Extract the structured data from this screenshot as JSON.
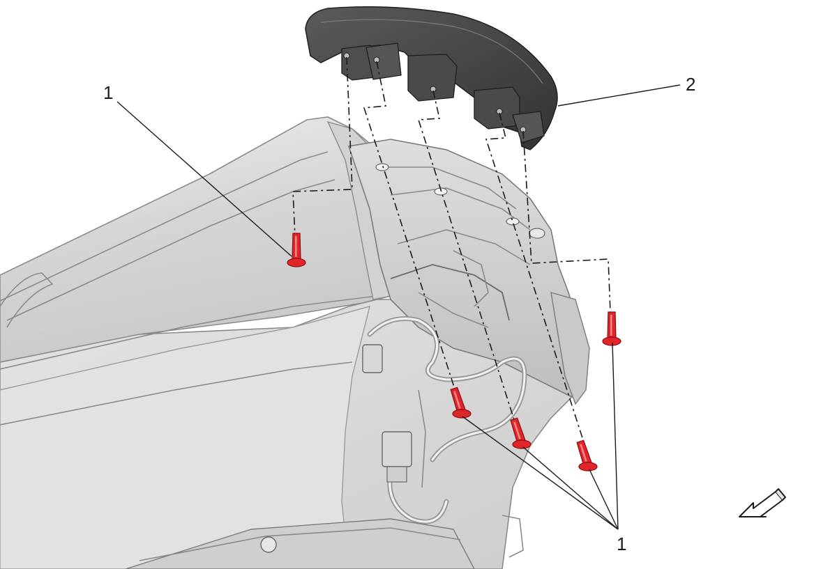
{
  "callouts": {
    "fastener_top_label": "1",
    "armrest_label": "2",
    "fastener_group_label": "1"
  },
  "icons": {
    "view_direction": "view-direction-arrow-icon",
    "fastener": "push-pin-fastener-icon"
  },
  "colors": {
    "fastener": "#e0262b",
    "armrest": "#4a4a4a",
    "console_body": "#dcdcdc",
    "background": "#ffffff"
  }
}
